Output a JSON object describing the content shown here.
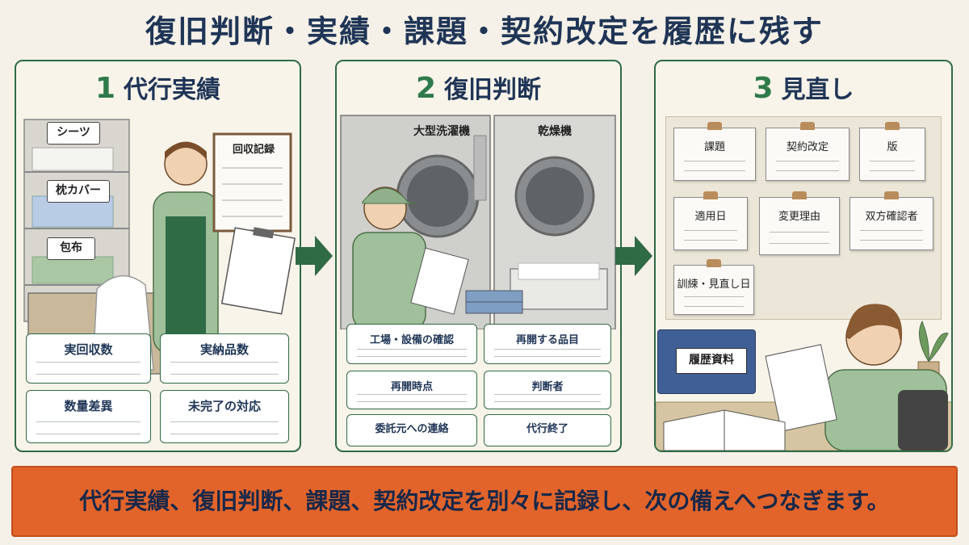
{
  "title": "復旧判断・実績・課題・契約改定を履歴に残す",
  "panels": [
    {
      "num": "1",
      "heading": "代行実績",
      "shelf_labels": [
        "シーツ",
        "枕カバー",
        "包布"
      ],
      "board_label": "回収記録",
      "fields": [
        "実回収数",
        "実納品数",
        "数量差異",
        "未完了の対応"
      ]
    },
    {
      "num": "2",
      "heading": "復旧判断",
      "machine_labels": [
        "大型洗濯機",
        "乾燥機"
      ],
      "fields": [
        "工場・設備の確認",
        "再開する品目",
        "再開時点",
        "判断者",
        "委託元への連絡",
        "代行終了"
      ]
    },
    {
      "num": "3",
      "heading": "見直し",
      "notes": [
        "課題",
        "契約改定",
        "版",
        "適用日",
        "変更理由",
        "双方確認者",
        "訓練・見直し日"
      ],
      "binder_label": "履歴資料"
    }
  ],
  "banner": "代行実績、復旧判断、課題、契約改定を別々に記録し、次の備えへつなぎます。",
  "colors": {
    "accent_green": "#2f6b45",
    "title_navy": "#1f3556",
    "banner_orange": "#e2642a",
    "background": "#f5f1e8"
  }
}
